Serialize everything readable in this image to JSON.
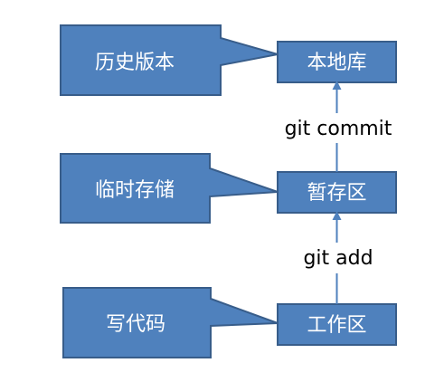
{
  "colors": {
    "node_fill": "#4F81BD",
    "node_stroke": "#385D8A",
    "arrow": "#4F81BD",
    "text_on_node": "#FFFFFF",
    "edge_label_text": "#000000"
  },
  "nodes": {
    "repo": {
      "label": "本地库"
    },
    "staging": {
      "label": "暂存区"
    },
    "workspace": {
      "label": "工作区"
    }
  },
  "callouts": {
    "history": {
      "label": "历史版本"
    },
    "temp_storage": {
      "label": "临时存储"
    },
    "write_code": {
      "label": "写代码"
    }
  },
  "edges": {
    "commit": {
      "from": "staging",
      "to": "repo",
      "label": "git commit"
    },
    "add": {
      "from": "workspace",
      "to": "staging",
      "label": "git add"
    }
  }
}
